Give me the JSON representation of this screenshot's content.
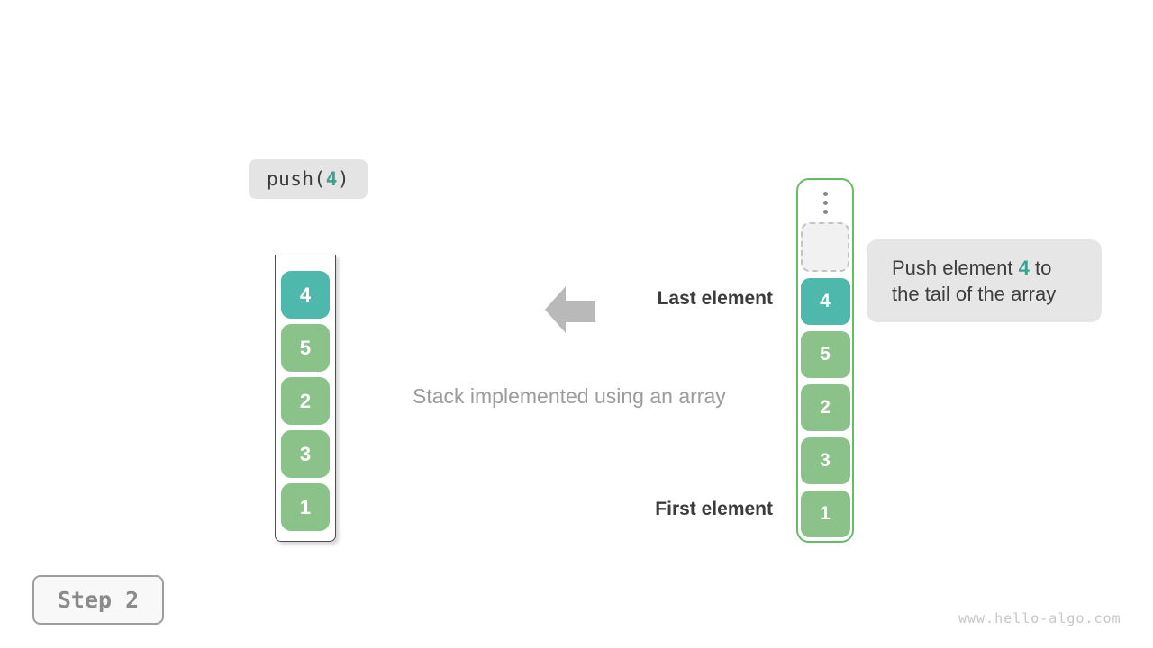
{
  "push_badge": {
    "prefix": "push(",
    "arg": "4",
    "suffix": ")"
  },
  "stack": {
    "items": [
      {
        "value": "4",
        "color": "teal"
      },
      {
        "value": "5",
        "color": "green"
      },
      {
        "value": "2",
        "color": "green"
      },
      {
        "value": "3",
        "color": "green"
      },
      {
        "value": "1",
        "color": "green"
      }
    ]
  },
  "labels": {
    "last": "Last element",
    "caption": "Stack implemented using an array",
    "first": "First element"
  },
  "array": {
    "ellipsis_icon": "vertical-dots",
    "has_empty_slot": true,
    "items": [
      {
        "value": "4",
        "color": "teal"
      },
      {
        "value": "5",
        "color": "green"
      },
      {
        "value": "2",
        "color": "green"
      },
      {
        "value": "3",
        "color": "green"
      },
      {
        "value": "1",
        "color": "green"
      }
    ]
  },
  "tooltip": {
    "pre": "Push element ",
    "value": "4",
    "post": " to",
    "line2": "the tail of the array"
  },
  "step_badge": {
    "label": "Step 2"
  },
  "watermark": {
    "text": "www.hello-algo.com"
  },
  "colors": {
    "teal_box": "#4fb8ac",
    "green_box": "#8ac28a",
    "teal_text": "#3ba08e",
    "array_border": "#67bb67",
    "arrow_gray": "#b9b9b9",
    "badge_bg": "#e4e4e4",
    "tooltip_bg": "#e6e6e6"
  }
}
